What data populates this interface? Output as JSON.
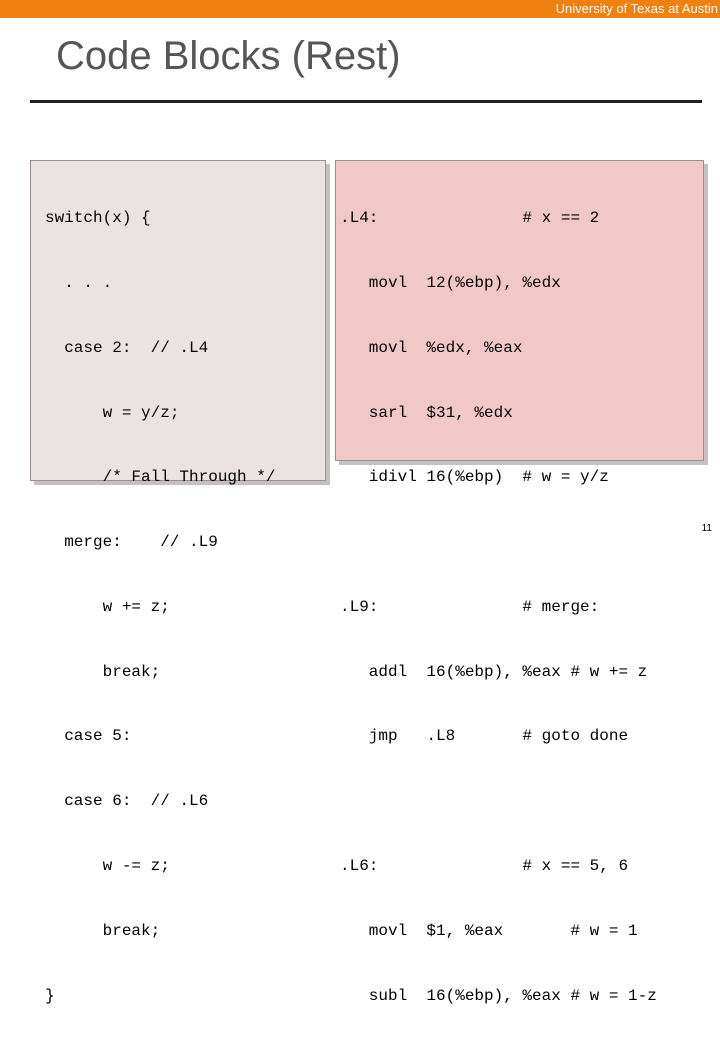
{
  "header": {
    "institution": "University of Texas at Austin"
  },
  "slide": {
    "title": "Code Blocks (Rest)",
    "number": "11"
  },
  "c_code": [
    "switch(x) {",
    "  . . .",
    "  case 2:  // .L4",
    "      w = y/z;",
    "      /* Fall Through */",
    "  merge:    // .L9",
    "      w += z;",
    "      break;",
    "  case 5:",
    "  case 6:  // .L6",
    "      w -= z;",
    "      break;",
    "}"
  ],
  "asm_code": [
    ".L4:               # x == 2",
    "   movl  12(%ebp), %edx",
    "   movl  %edx, %eax",
    "   sarl  $31, %edx",
    "   idivl 16(%ebp)  # w = y/z",
    "",
    ".L9:               # merge:",
    "   addl  16(%ebp), %eax # w += z",
    "   jmp   .L8       # goto done",
    "",
    ".L6:               # x == 5, 6",
    "   movl  $1, %eax       # w = 1",
    "   subl  16(%ebp), %eax # w = 1-z"
  ],
  "colors": {
    "accent_bar": "#f08010",
    "left_box_bg": "#ebe3e3",
    "right_box_bg": "#f2c7c7"
  }
}
